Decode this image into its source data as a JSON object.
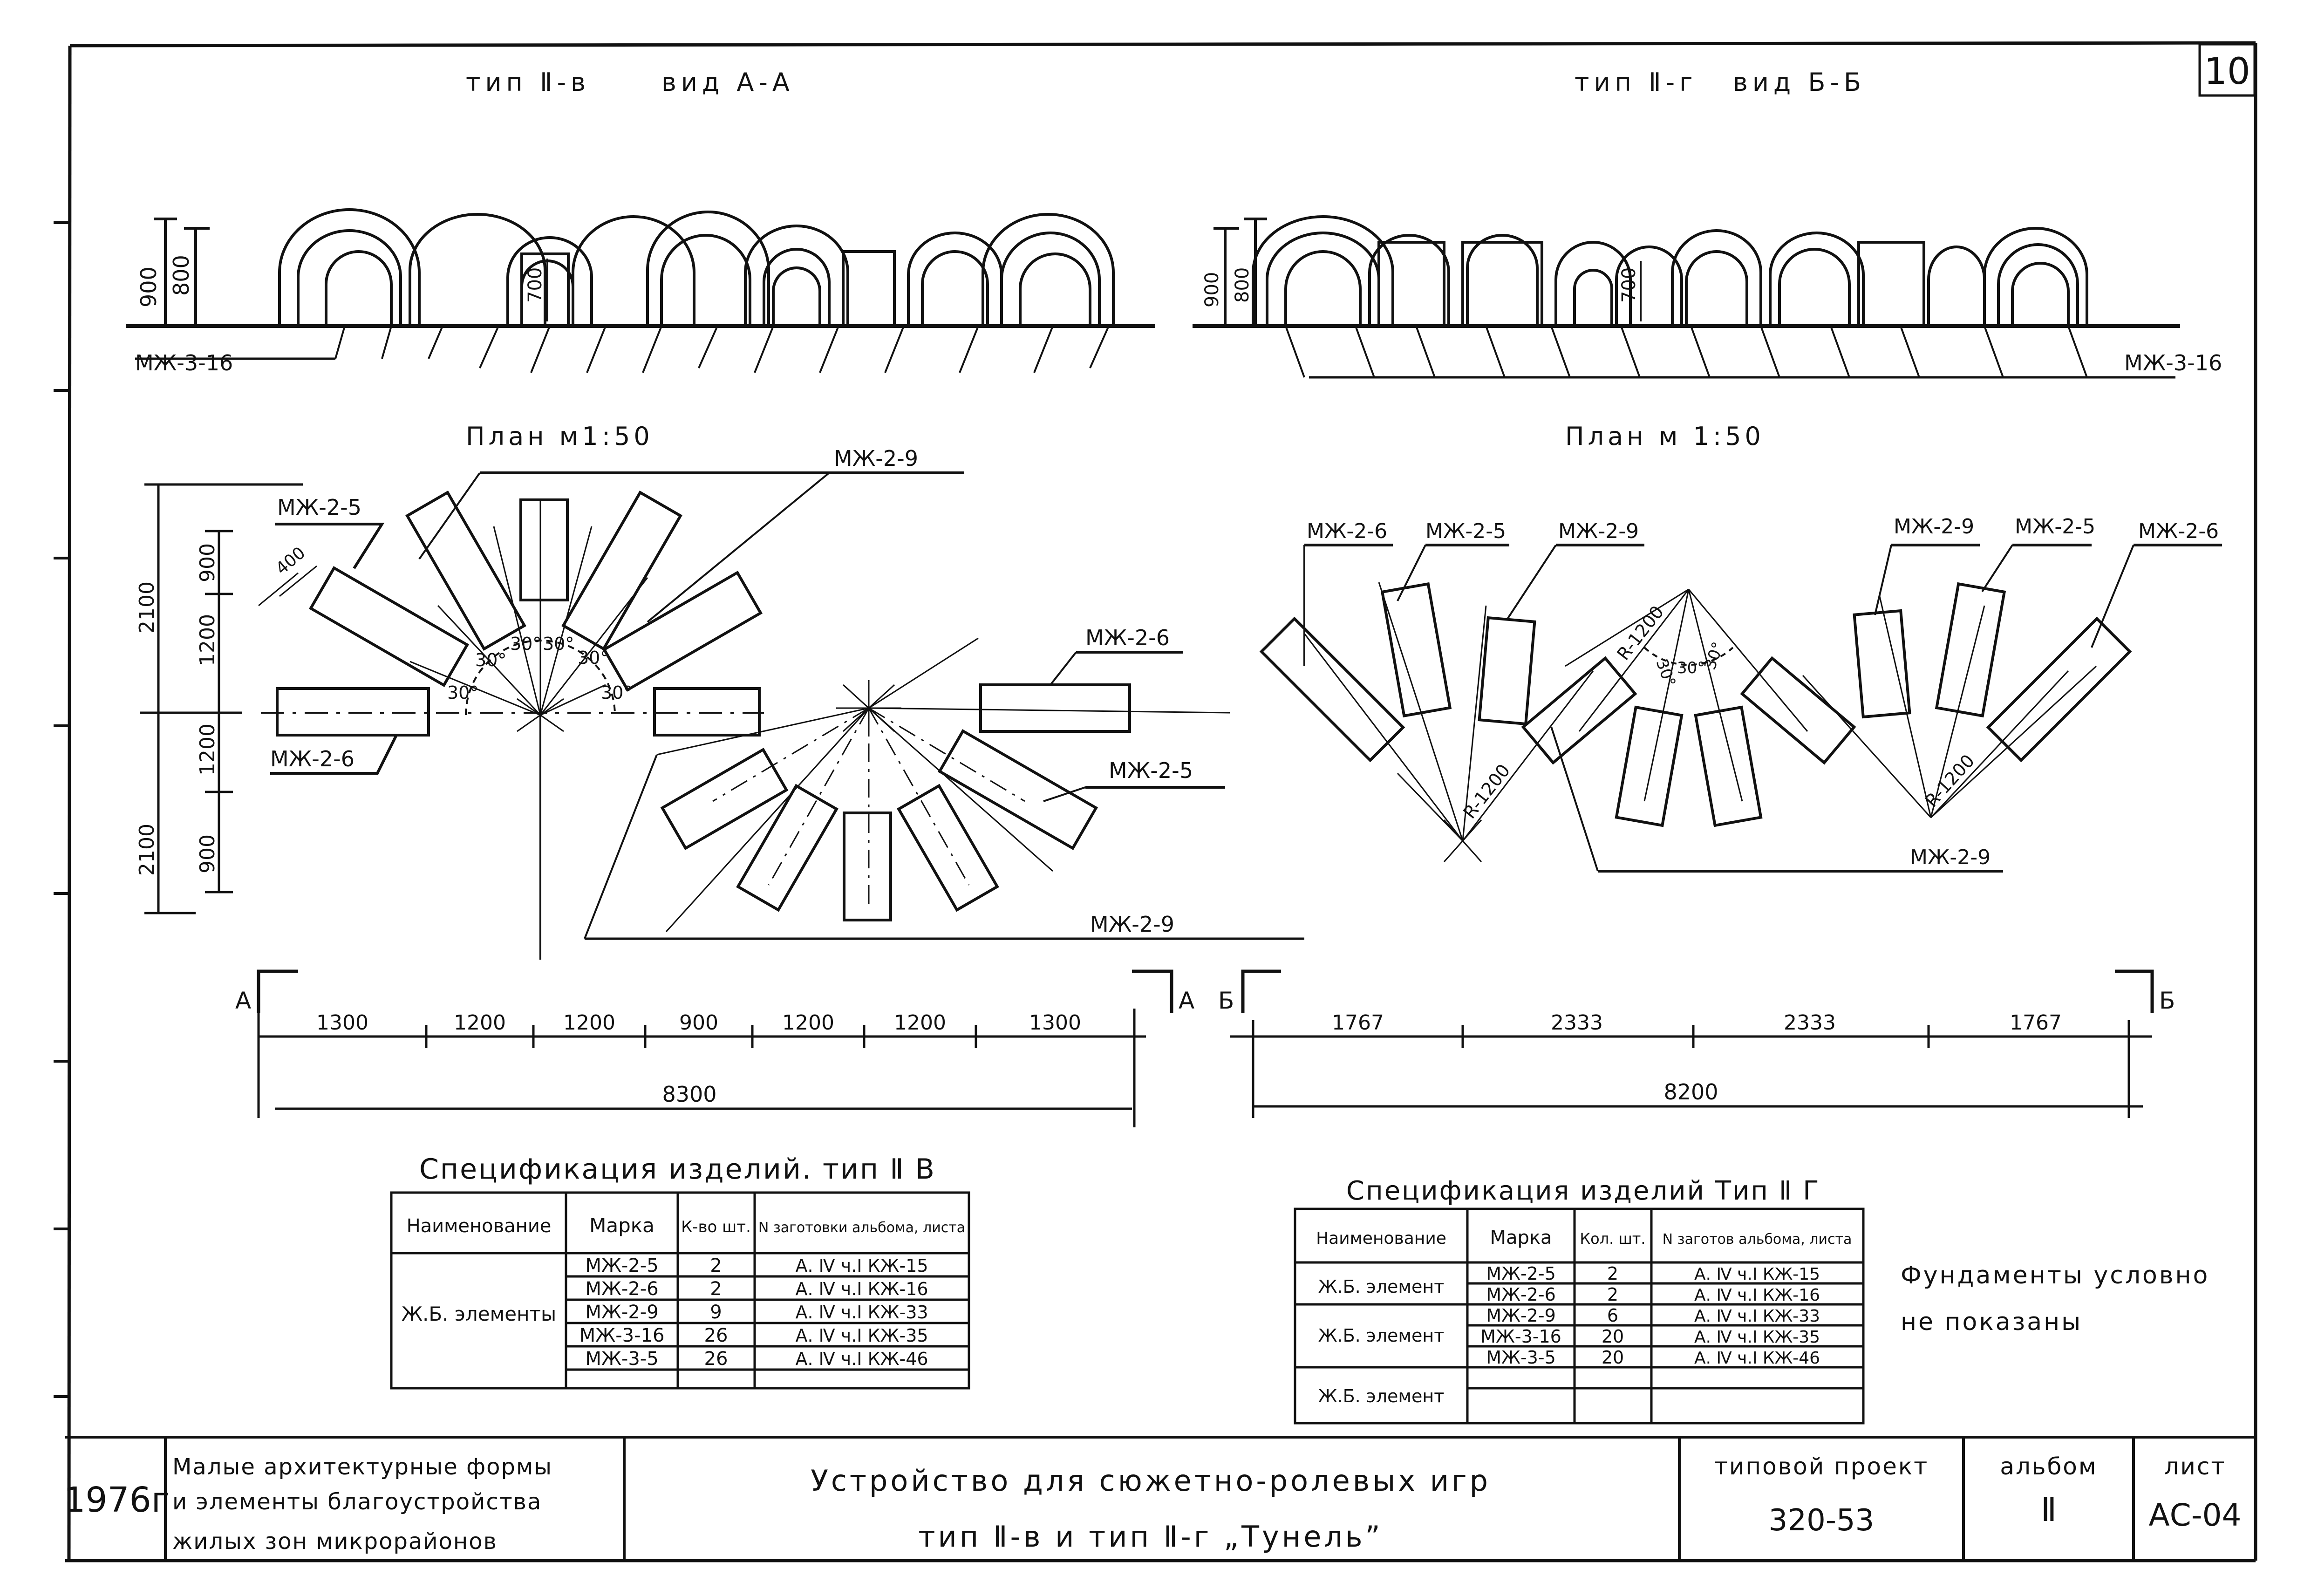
{
  "sheet_number": "10",
  "view_left": {
    "title": "тип Ⅱ-в",
    "view": "вид А-А",
    "callout": "МЖ-3-16",
    "dims": [
      "900",
      "800",
      "700"
    ]
  },
  "view_right": {
    "title": "тип Ⅱ-г",
    "view": "вид Б-Б",
    "callout": "МЖ-3-16",
    "dims": [
      "900",
      "800",
      "700"
    ]
  },
  "plan_left": {
    "title": "План м1:50",
    "callouts": [
      "МЖ-2-5",
      "МЖ-2-9",
      "МЖ-2-6",
      "МЖ-2-6",
      "МЖ-2-5",
      "МЖ-2-9"
    ],
    "angles": [
      "30°",
      "30°",
      "30°",
      "30°",
      "30°",
      "30°"
    ],
    "small_dim": "400",
    "vdims": [
      "2100",
      "900",
      "1200",
      "2100",
      "1200",
      "900"
    ],
    "section_marks": [
      "А",
      "А"
    ],
    "dims": [
      "1300",
      "1200",
      "1200",
      "900",
      "1200",
      "1200",
      "1300"
    ],
    "total": "8300"
  },
  "plan_right": {
    "title": "План м 1:50",
    "callouts": [
      "МЖ-2-6",
      "МЖ-2-5",
      "МЖ-2-9",
      "МЖ-2-9",
      "МЖ-2-5",
      "МЖ-2-6",
      "МЖ-2-9"
    ],
    "radii": [
      "R-1200",
      "R-1200",
      "R-1200"
    ],
    "angles": [
      "30°",
      "30°",
      "30°"
    ],
    "section_marks": [
      "Б",
      "Б"
    ],
    "dims": [
      "1767",
      "2333",
      "2333",
      "1767"
    ],
    "total": "8200"
  },
  "spec_left": {
    "title": "Спецификация изделий. тип Ⅱ В",
    "headers": [
      "Наименование",
      "Марка",
      "К-во шт.",
      "N заготовки альбома, листа"
    ],
    "group": "Ж.Б. элементы",
    "rows": [
      [
        "МЖ-2-5",
        "2",
        "А. Ⅳ ч.Ⅰ КЖ-15"
      ],
      [
        "МЖ-2-6",
        "2",
        "А. Ⅳ ч.Ⅰ КЖ-16"
      ],
      [
        "МЖ-2-9",
        "9",
        "А. Ⅳ ч.Ⅰ КЖ-33"
      ],
      [
        "МЖ-3-16",
        "26",
        "А. Ⅳ ч.Ⅰ КЖ-35"
      ],
      [
        "МЖ-3-5",
        "26",
        "А. Ⅳ ч.Ⅰ КЖ-46"
      ]
    ]
  },
  "spec_right": {
    "title": "Спецификация изделий Тип Ⅱ Г",
    "headers": [
      "Наименование",
      "Марка",
      "Кол. шт.",
      "N заготов альбома, листа"
    ],
    "groups": [
      "Ж.Б. элемент",
      "Ж.Б. элемент",
      "Ж.Б. элемент"
    ],
    "rows": [
      [
        "МЖ-2-5",
        "2",
        "А. Ⅳ ч.Ⅰ КЖ-15"
      ],
      [
        "МЖ-2-6",
        "2",
        "А. Ⅳ ч.Ⅰ КЖ-16"
      ],
      [
        "МЖ-2-9",
        "6",
        "А. Ⅳ ч.Ⅰ КЖ-33"
      ],
      [
        "МЖ-3-16",
        "20",
        "А. Ⅳ ч.Ⅰ КЖ-35"
      ],
      [
        "МЖ-3-5",
        "20",
        "А. Ⅳ ч.Ⅰ КЖ-46"
      ]
    ]
  },
  "note": {
    "line1": "Фундаменты условно",
    "line2": "не показаны"
  },
  "title_block": {
    "year": "1976г",
    "series": [
      "Малые архитектурные формы",
      "и элементы благоустройства",
      "жилых зон микрорайонов"
    ],
    "title_line1": "Устройство для сюжетно-ролевых игр",
    "title_line2": "тип Ⅱ-в и тип Ⅱ-г „Тунель”",
    "project_label": "типовой проект",
    "project_value": "320-53",
    "album_label": "альбом",
    "album_value": "Ⅱ",
    "sheet_label": "лист",
    "sheet_value": "АС-04"
  }
}
